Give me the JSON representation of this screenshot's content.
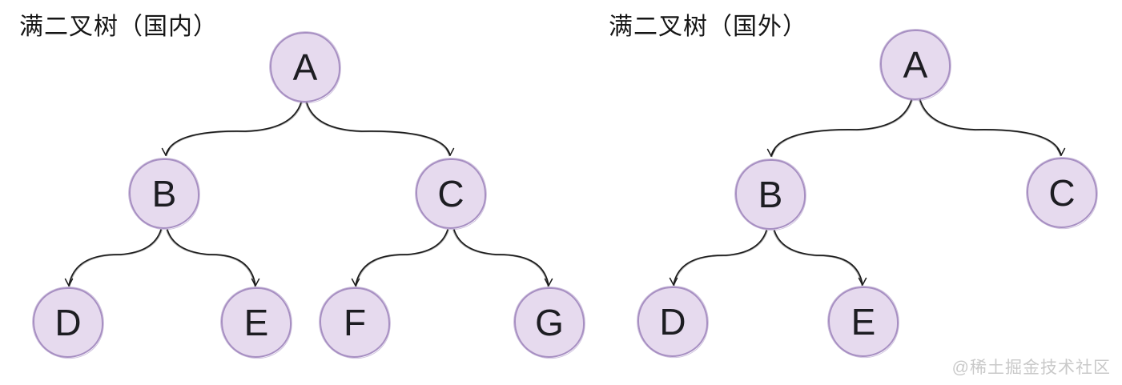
{
  "diagram": {
    "type": "binary-tree-comparison",
    "trees": [
      {
        "title": "满二叉树（国内）",
        "nodes": [
          {
            "label": "A"
          },
          {
            "label": "B"
          },
          {
            "label": "C"
          },
          {
            "label": "D"
          },
          {
            "label": "E"
          },
          {
            "label": "F"
          },
          {
            "label": "G"
          }
        ],
        "edges": [
          [
            "A",
            "B"
          ],
          [
            "A",
            "C"
          ],
          [
            "B",
            "D"
          ],
          [
            "B",
            "E"
          ],
          [
            "C",
            "F"
          ],
          [
            "C",
            "G"
          ]
        ]
      },
      {
        "title": "满二叉树（国外）",
        "nodes": [
          {
            "label": "A"
          },
          {
            "label": "B"
          },
          {
            "label": "C"
          },
          {
            "label": "D"
          },
          {
            "label": "E"
          }
        ],
        "edges": [
          [
            "A",
            "B"
          ],
          [
            "A",
            "C"
          ],
          [
            "B",
            "D"
          ],
          [
            "B",
            "E"
          ]
        ]
      }
    ]
  },
  "watermark": {
    "text": "@稀土掘金技术社区"
  },
  "colors": {
    "background": "#ffffff",
    "node_fill": "#e6daee",
    "node_border": "#a78fc2",
    "edge_stroke": "#1c1c1c",
    "title_text": "#161616",
    "watermark_text": "#c9c9c9"
  }
}
